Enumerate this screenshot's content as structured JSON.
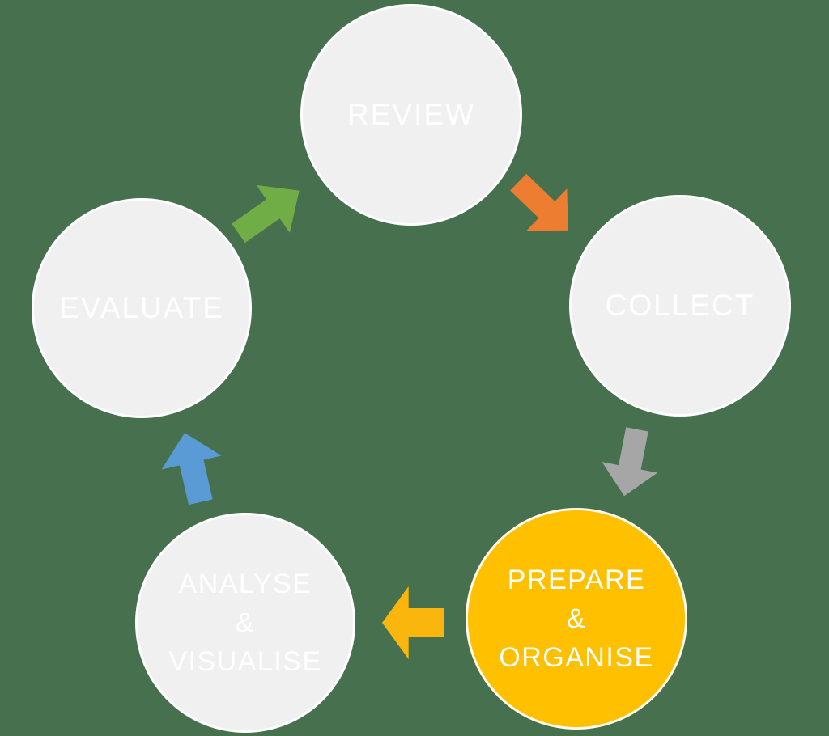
{
  "diagram": {
    "type": "cycle",
    "background_color": "#47704E",
    "text_color": "#FFFFFF",
    "nodes": [
      {
        "id": "review",
        "lines": [
          "REVIEW"
        ],
        "fill": "#F0F0F0",
        "text_color": "#FFFFFF",
        "highlighted": false
      },
      {
        "id": "collect",
        "lines": [
          "COLLECT"
        ],
        "fill": "#F0F0F0",
        "text_color": "#FFFFFF",
        "highlighted": false
      },
      {
        "id": "prepare-organise",
        "lines": [
          "PREPARE",
          "&",
          "ORGANISE"
        ],
        "fill": "#FFC000",
        "text_color": "#FFFFFF",
        "highlighted": true
      },
      {
        "id": "analyse-visualise",
        "lines": [
          "ANALYSE",
          "&",
          "VISUALISE"
        ],
        "fill": "#F0F0F0",
        "text_color": "#FFFFFF",
        "highlighted": false
      },
      {
        "id": "evaluate",
        "lines": [
          "EVALUATE"
        ],
        "fill": "#F0F0F0",
        "text_color": "#FFFFFF",
        "highlighted": false
      }
    ],
    "arrows": [
      {
        "id": "evaluate-to-review",
        "direction": "up-right",
        "color": "#70AD47"
      },
      {
        "id": "review-to-collect",
        "direction": "down-right",
        "color": "#ED7D31"
      },
      {
        "id": "collect-to-prepare",
        "direction": "down",
        "color": "#A6A6A6"
      },
      {
        "id": "prepare-to-analyse",
        "direction": "left",
        "color": "#FBB60D"
      },
      {
        "id": "analyse-to-evaluate",
        "direction": "up",
        "color": "#5B9BD5"
      }
    ]
  }
}
